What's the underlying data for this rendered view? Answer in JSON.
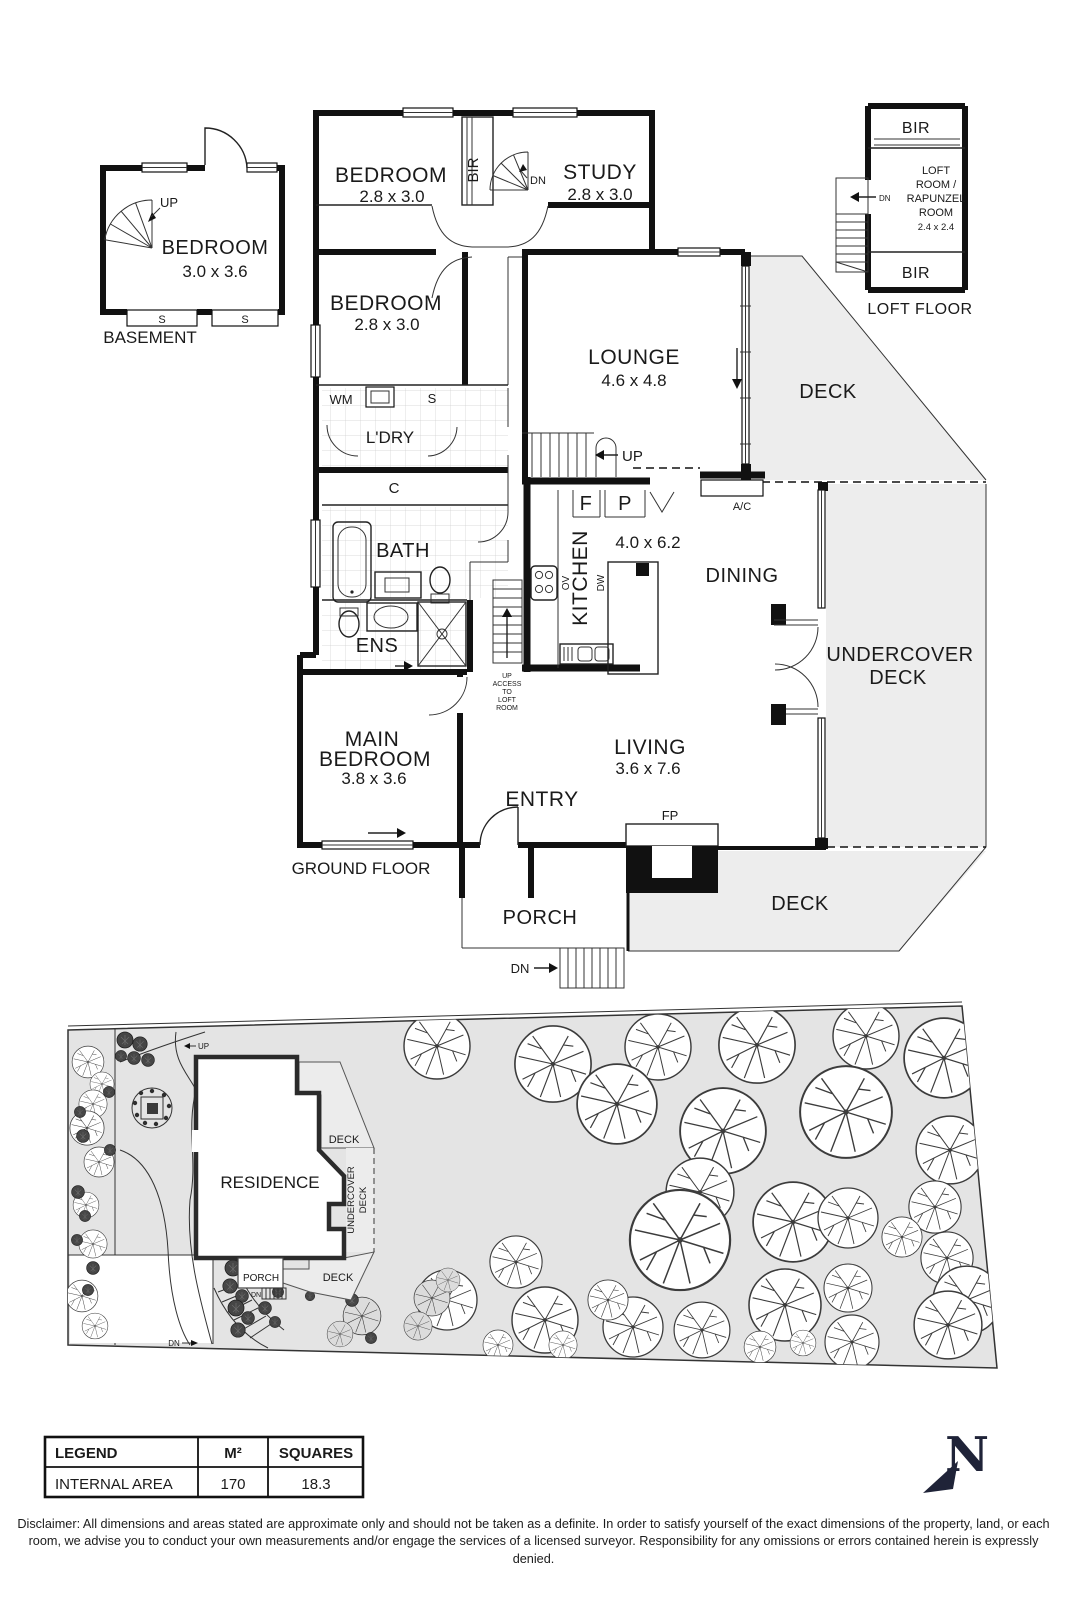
{
  "colors": {
    "wall": "#111111",
    "deck_fill": "#ededed",
    "site_fill": "#e4e4e4",
    "north_navy": "#1f2338"
  },
  "basement": {
    "title": "BASEMENT",
    "room": "BEDROOM",
    "dims": "3.0 x 3.6",
    "up": "UP",
    "s1": "S",
    "s2": "S"
  },
  "ground": {
    "title": "GROUND FLOOR",
    "bedroom1": "BEDROOM",
    "bedroom1_dims": "2.8 x 3.0",
    "bir": "BIR",
    "spiral_dn": "DN",
    "study": "STUDY",
    "study_dims": "2.8 x 3.0",
    "bedroom2": "BEDROOM",
    "bedroom2_dims": "2.8 x 3.0",
    "wm": "WM",
    "s": "S",
    "ldry": "L'DRY",
    "c": "C",
    "bath": "BATH",
    "ens": "ENS",
    "lounge": "LOUNGE",
    "lounge_dims": "4.6 x 4.8",
    "up": "UP",
    "f": "F",
    "p": "P",
    "kitchen": "KITCHEN",
    "kitchen_dims": "4.0 x 6.2",
    "ov": "OV",
    "dw": "DW",
    "dining": "DINING",
    "ac": "A/C",
    "deck_top": "DECK",
    "undercover_1": "UNDERCOVER",
    "undercover_2": "DECK",
    "main_1": "MAIN",
    "main_2": "BEDROOM",
    "main_dims": "3.8 x 3.6",
    "entry": "ENTRY",
    "loft_access": [
      "UP",
      "ACCESS",
      "TO",
      "LOFT",
      "ROOM"
    ],
    "living": "LIVING",
    "living_dims": "3.6 x 7.6",
    "fp": "FP",
    "porch": "PORCH",
    "porch_dn": "DN",
    "deck_bottom": "DECK"
  },
  "loft": {
    "title": "LOFT FLOOR",
    "bir_top": "BIR",
    "bir_bottom": "BIR",
    "line1": "LOFT",
    "line2": "ROOM /",
    "line3": "RAPUNZEL",
    "line4": "ROOM",
    "dims": "2.4 x 2.4",
    "dn": "DN"
  },
  "site": {
    "residence": "RESIDENCE",
    "deck_top": "DECK",
    "undercover_1": "UNDERCOVER",
    "undercover_2": "DECK",
    "deck_bottom": "DECK",
    "porch": "PORCH",
    "up": "UP",
    "dn_porch": "DN",
    "dn_path": "DN"
  },
  "legend": {
    "h1": "LEGEND",
    "h2": "M²",
    "h3": "SQUARES",
    "r1": "INTERNAL AREA",
    "r2": "170",
    "r3": "18.3"
  },
  "north": "N",
  "disclaimer": "Disclaimer: All dimensions and areas stated are approximate only and should not be taken as a definite. In order to satisfy yourself of the exact dimensions of the property, land, or each room, we advise you to conduct your own measurements and/or engage the services of a licensed surveyor. Responsibility for any omissions or errors contained herein is expressly denied."
}
